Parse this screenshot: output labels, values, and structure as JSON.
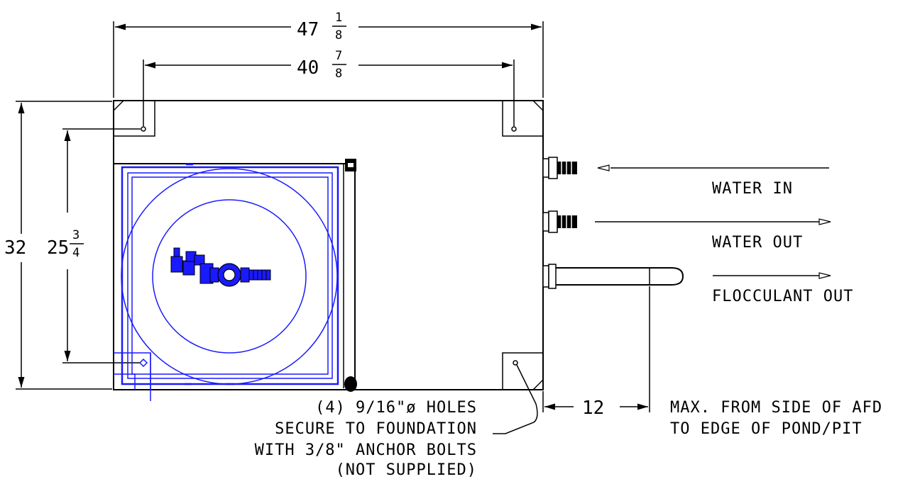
{
  "dimensions": {
    "overall_width": {
      "whole": "47",
      "num": "1",
      "den": "8"
    },
    "hole_span_width": {
      "whole": "40",
      "num": "7",
      "den": "8"
    },
    "overall_height": "32",
    "hole_span_height": {
      "whole": "25",
      "num": "3",
      "den": "4"
    },
    "pond_distance": "12"
  },
  "ports": {
    "water_in": "WATER IN",
    "water_out": "WATER OUT",
    "flocculant_out": "FLOCCULANT OUT"
  },
  "notes": {
    "holes": [
      "(4) 9/16\"ø HOLES",
      "SECURE TO FOUNDATION",
      "WITH 3/8\" ANCHOR BOLTS",
      "(NOT SUPPLIED)"
    ],
    "pond": [
      "MAX. FROM SIDE OF AFD",
      "TO EDGE OF POND/PIT"
    ]
  },
  "colors": {
    "line": "#000000",
    "tank": "#1a1aff"
  }
}
